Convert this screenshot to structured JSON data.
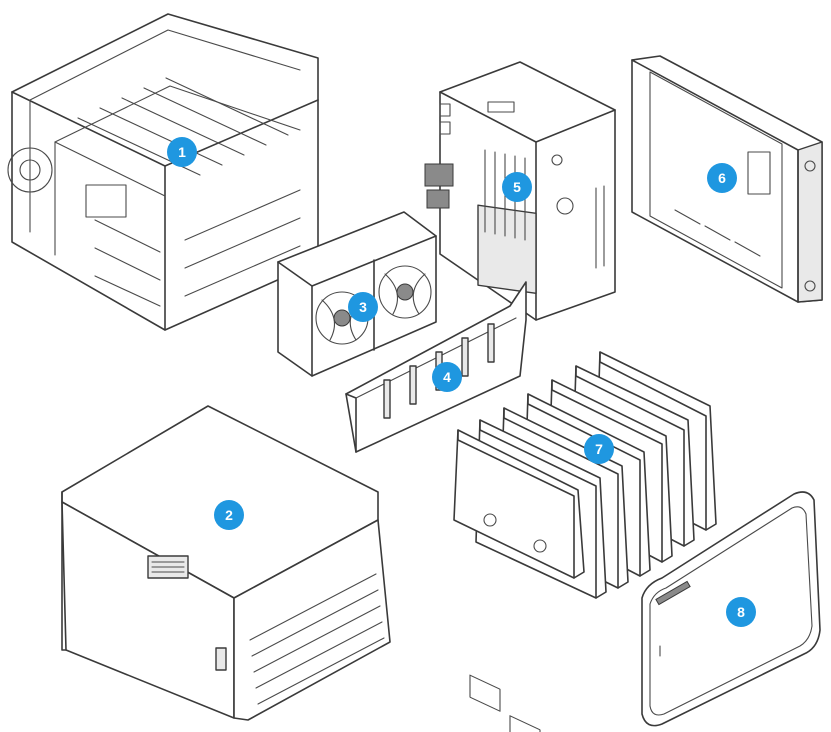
{
  "colors": {
    "badge": "#1f97e0",
    "badge_text": "#ffffff",
    "line": "#3a3a3a"
  },
  "components": [
    {
      "id": "drive-cage",
      "label": "1"
    },
    {
      "id": "chassis-cover",
      "label": "2"
    },
    {
      "id": "cooling-fans",
      "label": "3"
    },
    {
      "id": "backplane",
      "label": "4"
    },
    {
      "id": "motherboard",
      "label": "5"
    },
    {
      "id": "rear-panel",
      "label": "6"
    },
    {
      "id": "drive-trays",
      "label": "7"
    },
    {
      "id": "front-panel",
      "label": "8"
    }
  ]
}
